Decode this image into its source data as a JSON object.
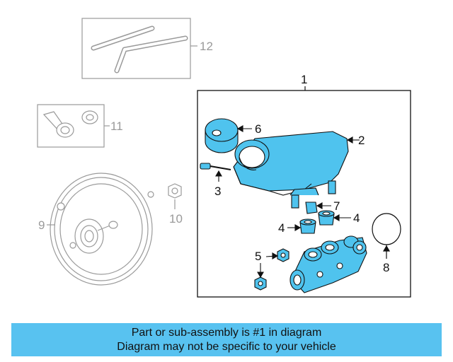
{
  "callouts": {
    "c1": "1",
    "c2": "2",
    "c3": "3",
    "c4a": "4",
    "c4b": "4",
    "c5": "5",
    "c6": "6",
    "c7": "7",
    "c8": "8",
    "c9": "9",
    "c10": "10",
    "c11": "11",
    "c12": "12"
  },
  "banner": {
    "line1": "Part or sub-assembly is #1 in diagram",
    "line2": "Diagram may not be specific to your vehicle"
  },
  "colors": {
    "highlight": "#58c2f0",
    "part_fill": "#4fc3ee",
    "line_dark": "#111111",
    "line_gray": "#9a9a9a"
  }
}
